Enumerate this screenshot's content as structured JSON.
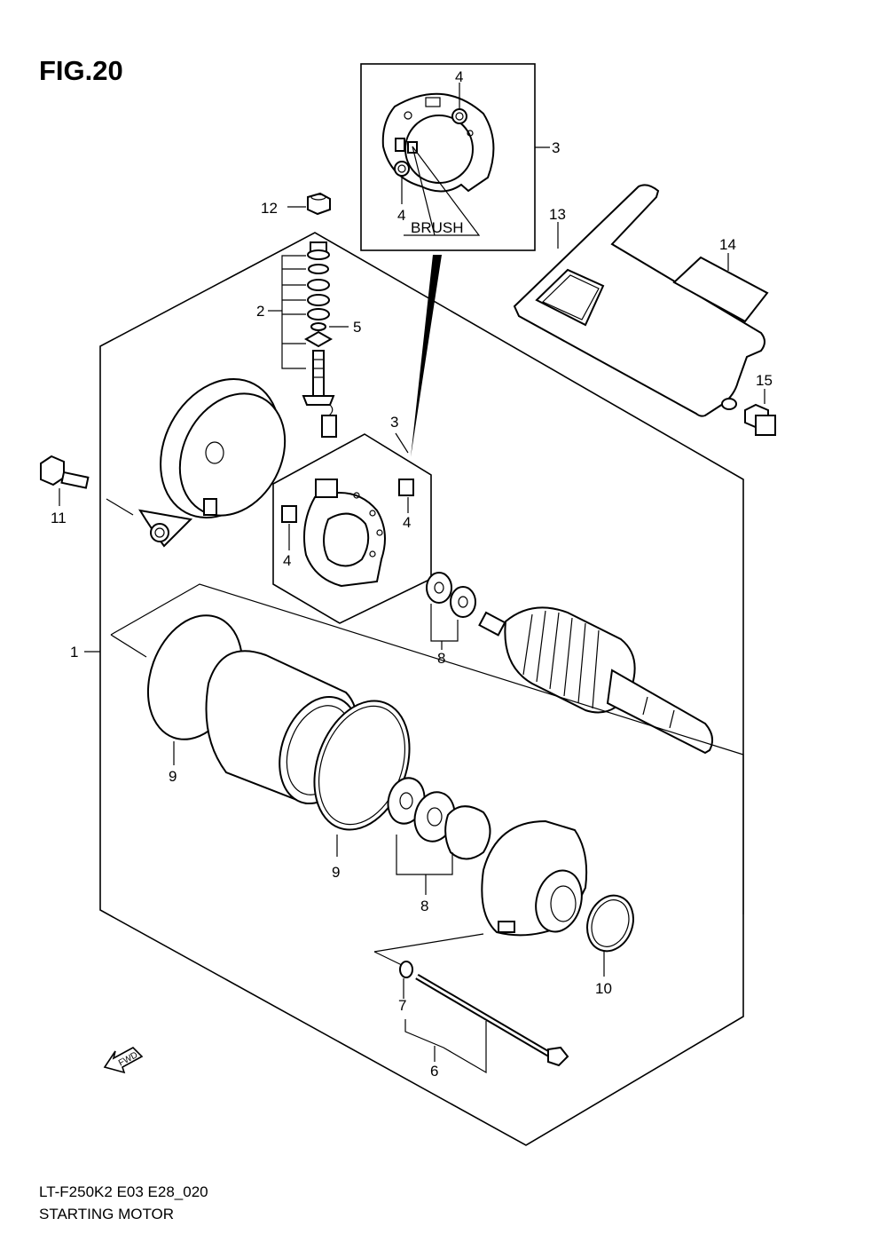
{
  "figure": {
    "title": "FIG.20",
    "code": "LT-F250K2 E03 E28_020",
    "name": "STARTING MOTOR"
  },
  "inset": {
    "brush_label": "BRUSH"
  },
  "callouts": {
    "c1": "1",
    "c2": "2",
    "c3_inset": "3",
    "c3_main": "3",
    "c4_inset_top": "4",
    "c4_inset_bottom": "4",
    "c4_main_right": "4",
    "c4_main_left": "4",
    "c5": "5",
    "c6": "6",
    "c7": "7",
    "c8_upper": "8",
    "c8_lower": "8",
    "c9_upper": "9",
    "c9_lower": "9",
    "c10": "10",
    "c11": "11",
    "c12": "12",
    "c13": "13",
    "c14": "14",
    "c15": "15"
  },
  "fwd_label": "FWD",
  "colors": {
    "line": "#000000",
    "background": "#ffffff"
  }
}
